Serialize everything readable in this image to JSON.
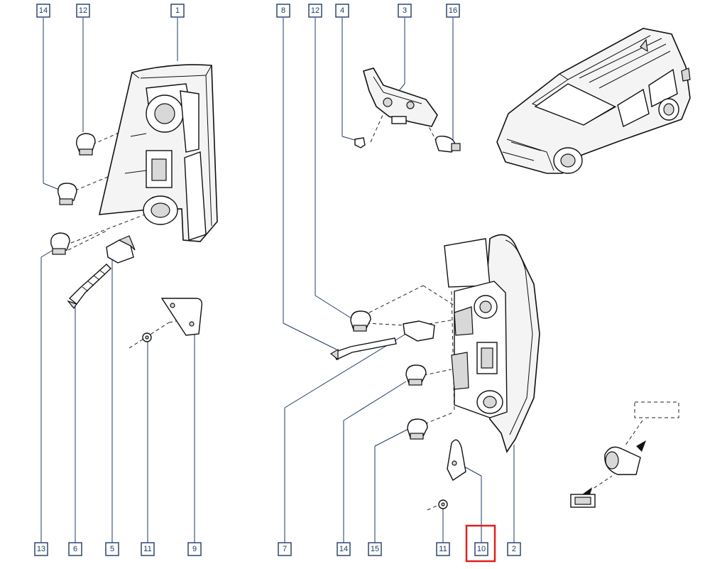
{
  "callouts_top": [
    "14",
    "12",
    "1",
    "8",
    "12",
    "4",
    "3",
    "16"
  ],
  "callouts_bottom": [
    "13",
    "6",
    "5",
    "11",
    "9",
    "7",
    "14",
    "15",
    "11",
    "10",
    "2"
  ],
  "highlighted_callout": "10",
  "colors": {
    "callout": "#1f3a66",
    "highlight": "#e02020",
    "line": "#111111"
  }
}
